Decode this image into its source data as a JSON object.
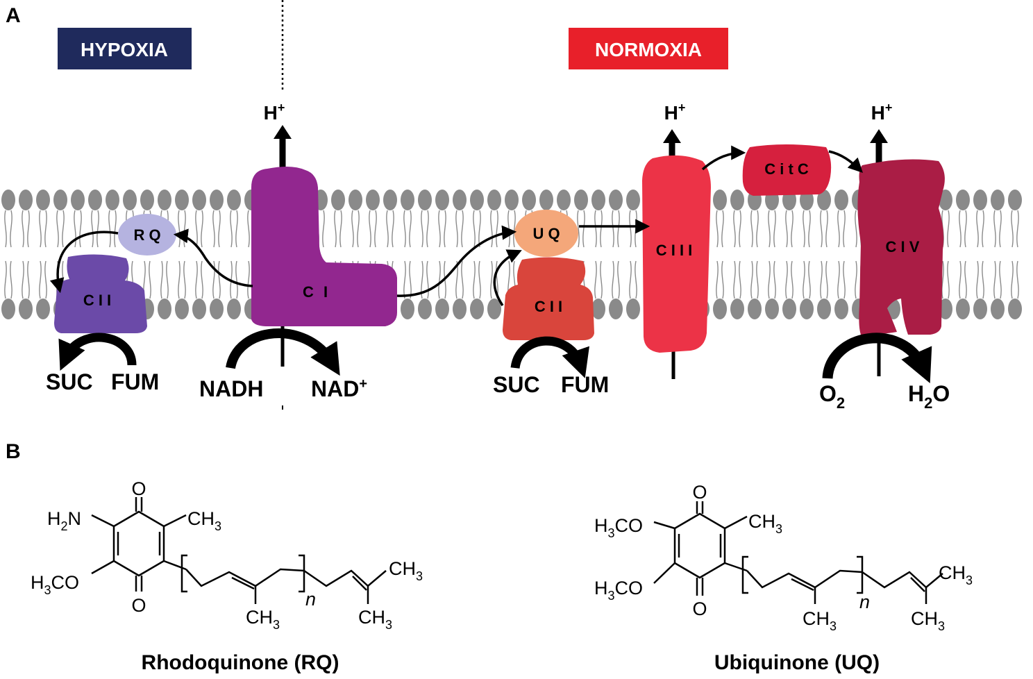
{
  "panel_a": {
    "letter": "A",
    "hypoxia": {
      "label": "HYPOXIA",
      "color": "#1f2a5c"
    },
    "normoxia": {
      "label": "NORMOXIA",
      "color": "#e8202a"
    },
    "proton": {
      "base": "H",
      "sup": "+"
    },
    "complexes": {
      "rq": {
        "label": "R Q",
        "color": "#b5b3e0"
      },
      "cii_hypoxia": {
        "label": "C I I",
        "color": "#6b4aa8"
      },
      "ci": {
        "label": "C I",
        "color": "#92278f"
      },
      "uq": {
        "label": "U Q",
        "color": "#f4a77a"
      },
      "cii_normoxia": {
        "label": "C I I",
        "color": "#d9453c"
      },
      "ciii": {
        "label": "C I I I",
        "color": "#ec3347"
      },
      "citc": {
        "label": "C i t C",
        "color": "#d6203e"
      },
      "civ": {
        "label": "C I V",
        "color": "#aa1d45"
      }
    },
    "substrates": {
      "suc_left": "SUC",
      "fum_left": "FUM",
      "nadh": "NADH",
      "nad": {
        "base": "NAD",
        "sup": "+"
      },
      "suc_right": "SUC",
      "fum_right": "FUM",
      "o2": {
        "base": "O",
        "sub": "2"
      },
      "h2o": {
        "base": "H",
        "sub": "2",
        "rest": "O"
      }
    }
  },
  "panel_b": {
    "letter": "B",
    "rhodoquinone": {
      "name": "Rhodoquinone (RQ)",
      "o": "O",
      "h2n": {
        "a": "H",
        "sub": "2",
        "b": "N"
      },
      "h3co": {
        "a": "H",
        "sub": "3",
        "b": "CO"
      },
      "ch3": {
        "a": "CH",
        "sub": "3"
      },
      "n": "n"
    },
    "ubiquinone": {
      "name": "Ubiquinone (UQ)",
      "o": "O",
      "h3co": {
        "a": "H",
        "sub": "3",
        "b": "CO"
      },
      "ch3": {
        "a": "CH",
        "sub": "3"
      },
      "n": "n"
    }
  }
}
